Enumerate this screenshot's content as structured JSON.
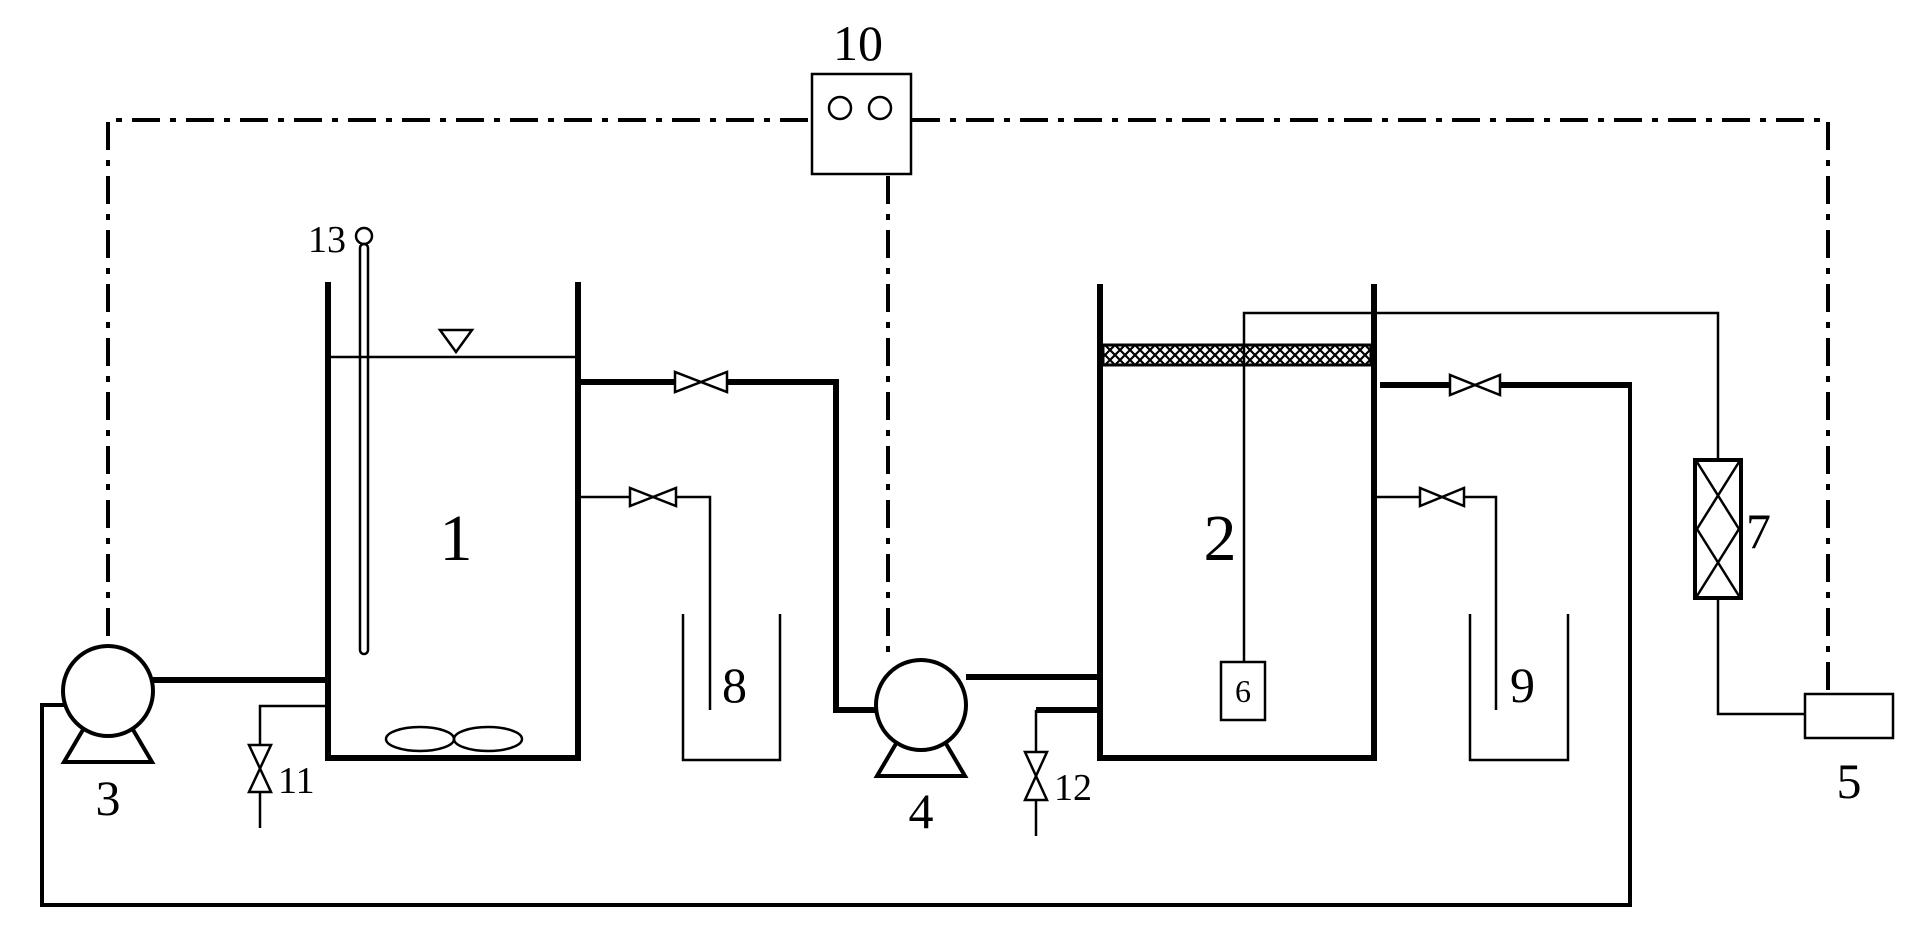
{
  "labels": {
    "tank1": "1",
    "tank2": "2",
    "pump3": "3",
    "pump4": "4",
    "unit5": "5",
    "probe6": "6",
    "unit7": "7",
    "beaker8": "8",
    "beaker9": "9",
    "controller10": "10",
    "valve11": "11",
    "valve12": "12",
    "thermometer13": "13"
  },
  "colors": {
    "line": "#000000",
    "background": "#ffffff"
  }
}
